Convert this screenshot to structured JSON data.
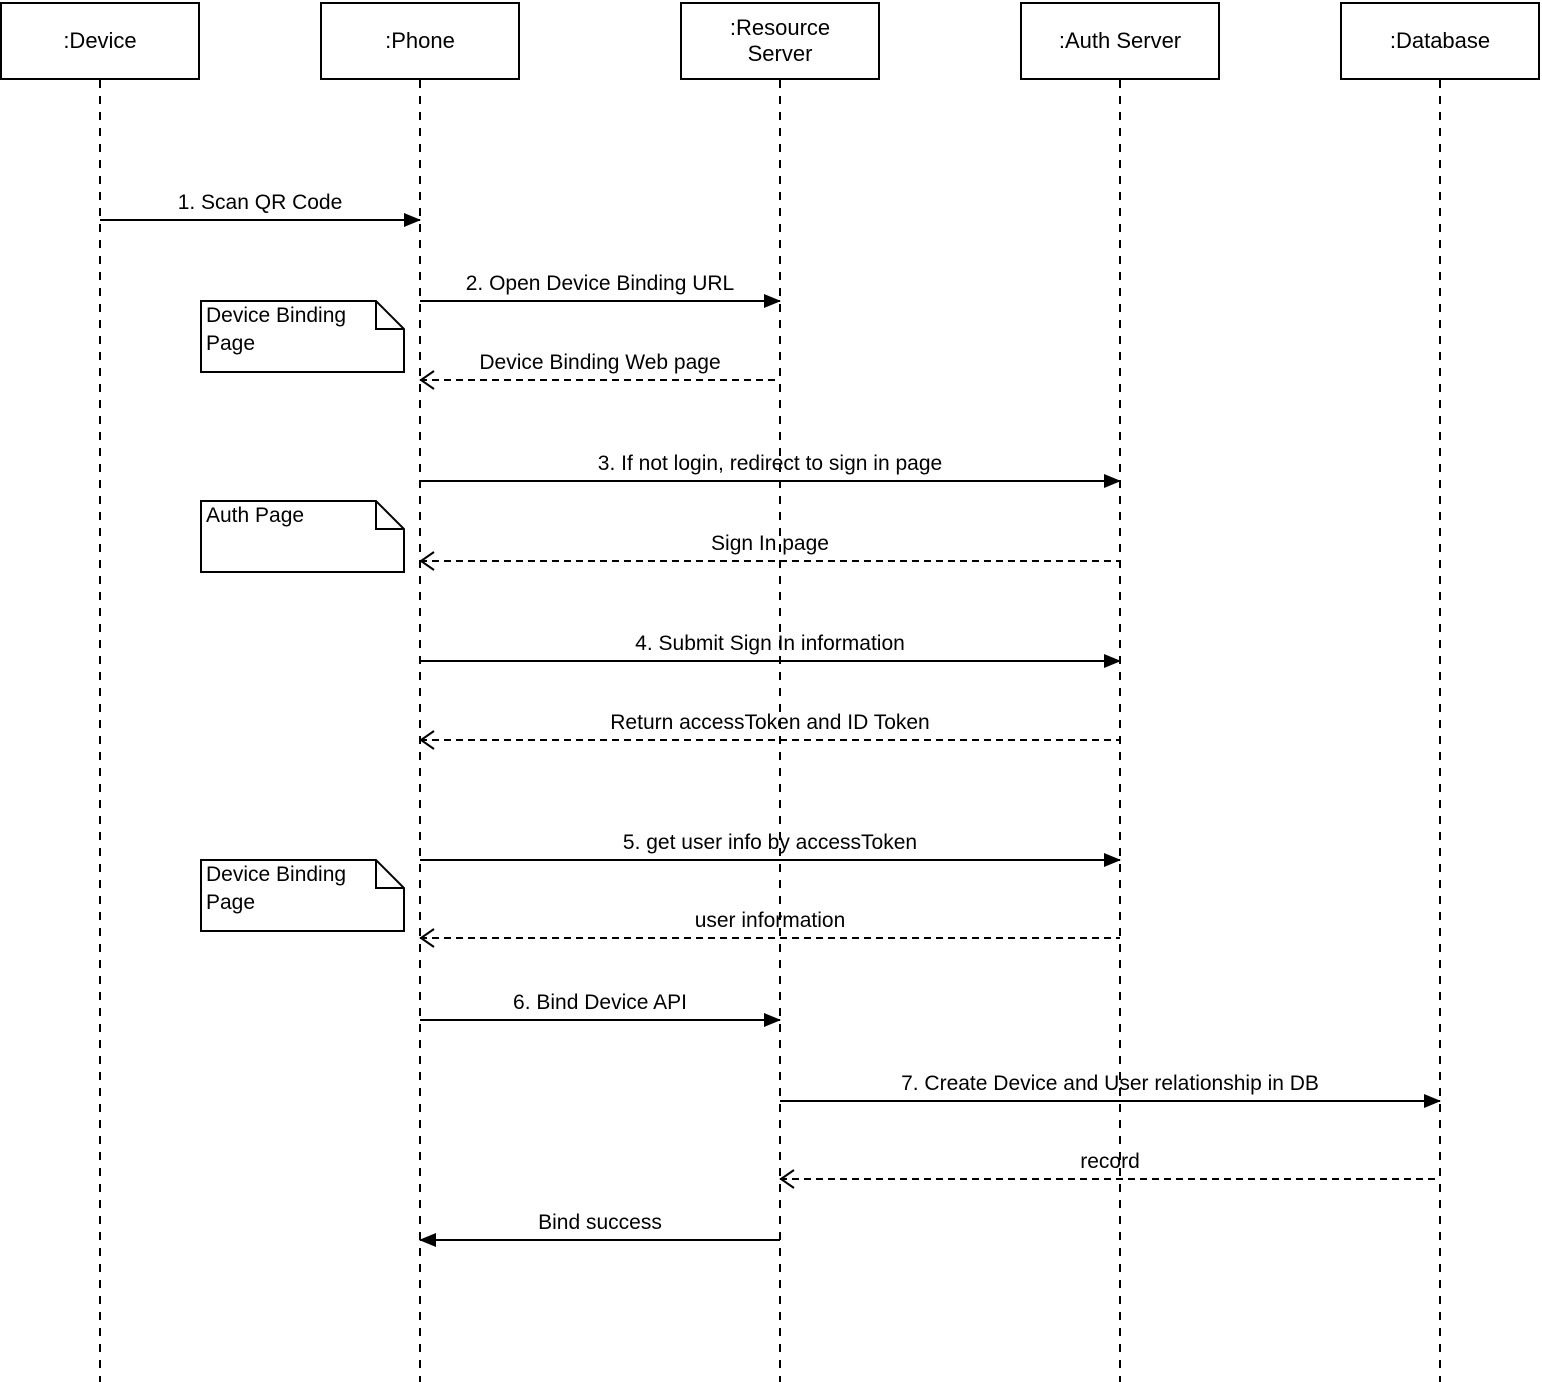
{
  "diagram": {
    "type": "uml-sequence",
    "background_color": "#ffffff",
    "stroke_color": "#000000"
  },
  "actors": [
    {
      "label": ":Device"
    },
    {
      "label": ":Phone"
    },
    {
      "label": ":Resource\nServer"
    },
    {
      "label": ":Auth Server"
    },
    {
      "label": ":Database"
    }
  ],
  "notes": [
    {
      "text": "Device Binding\nPage"
    },
    {
      "text": "Auth Page"
    },
    {
      "text": "Device Binding\nPage"
    }
  ],
  "messages": [
    {
      "label": "1. Scan QR Code",
      "from": ":Device",
      "to": ":Phone",
      "line": "solid",
      "arrow": "filled"
    },
    {
      "label": "2. Open Device Binding URL",
      "from": ":Phone",
      "to": ":Resource Server",
      "line": "solid",
      "arrow": "filled"
    },
    {
      "label": "Device Binding Web page",
      "from": ":Resource Server",
      "to": ":Phone",
      "line": "dashed",
      "arrow": "open"
    },
    {
      "label": "3. If not login, redirect to sign in page",
      "from": ":Phone",
      "to": ":Auth Server",
      "line": "solid",
      "arrow": "filled"
    },
    {
      "label": "Sign In page",
      "from": ":Auth Server",
      "to": ":Phone",
      "line": "dashed",
      "arrow": "open"
    },
    {
      "label": "4. Submit Sign In information",
      "from": ":Phone",
      "to": ":Auth Server",
      "line": "solid",
      "arrow": "filled"
    },
    {
      "label": "Return accessToken and ID Token",
      "from": ":Auth Server",
      "to": ":Phone",
      "line": "dashed",
      "arrow": "open"
    },
    {
      "label": "5. get user info by accessToken",
      "from": ":Phone",
      "to": ":Auth Server",
      "line": "solid",
      "arrow": "filled"
    },
    {
      "label": "user information",
      "from": ":Auth Server",
      "to": ":Phone",
      "line": "dashed",
      "arrow": "open"
    },
    {
      "label": "6. Bind Device API",
      "from": ":Phone",
      "to": ":Resource Server",
      "line": "solid",
      "arrow": "filled"
    },
    {
      "label": "7. Create Device and User relationship in DB",
      "from": ":Resource Server",
      "to": ":Database",
      "line": "solid",
      "arrow": "filled"
    },
    {
      "label": "record",
      "from": ":Database",
      "to": ":Resource Server",
      "line": "dashed",
      "arrow": "open"
    },
    {
      "label": "Bind success",
      "from": ":Resource Server",
      "to": ":Phone",
      "line": "solid",
      "arrow": "filled"
    }
  ]
}
